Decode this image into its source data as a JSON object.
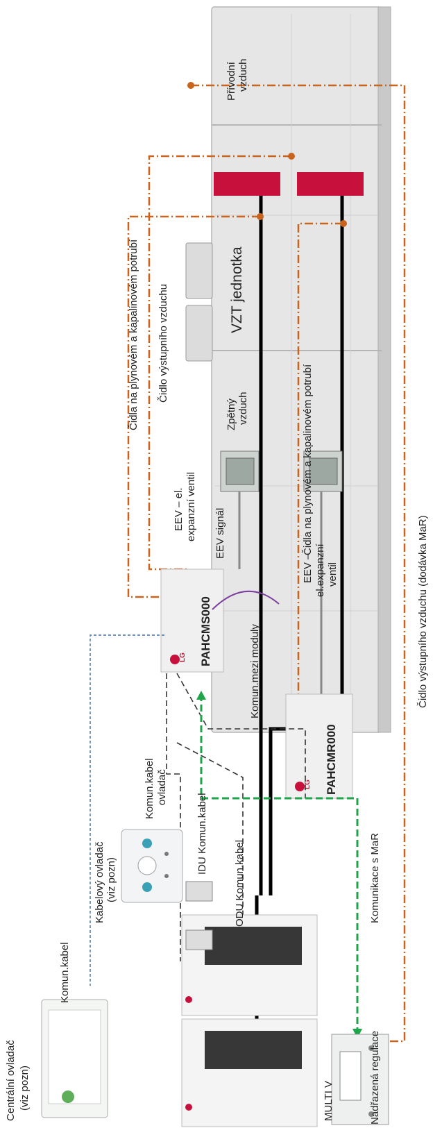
{
  "labels": {
    "privodni_vzduch": [
      "Přívodní",
      "vzduch"
    ],
    "zpetny_vzduch": [
      "Zpětný",
      "vzduch"
    ],
    "vzt_jednotka": "VZT jednotka",
    "cidla_top": "Čidla na plynovém a kapalinovém potrubí",
    "cidlo_vystupniho": "Čidlo výstupního vzduchu",
    "eev_top": [
      "EEV – el.",
      "expanzní ventil"
    ],
    "eev_signal": "EEV signál",
    "cidla_bottom": "Čidla na plynovém a kapalinovém potrubí",
    "eev_bottom": [
      "EEV –",
      "el.expanzní",
      "ventil"
    ],
    "cidlo_dodavka": "Čidlo výstupního vzduchu (dodávka MaR)",
    "komun_mezi_moduly": "Komun.mezi moduly",
    "pahcms": "PAHCMS000",
    "pahcmr": "PAHCMR000",
    "lg": "LG",
    "kabelovy_ovladac": [
      "Kabelový ovladač",
      "(viz pozn)"
    ],
    "komun_kabel_ovladac": [
      "Komun.kabel",
      "ovladač"
    ],
    "idu_kabel": "IDU Komun.kabel",
    "odu_kabel": "ODU Komun.kabel",
    "komunikace_mar": "Komunikace s MaR",
    "centralni_ovladac": [
      "Centrální ovladač",
      "(viz pozn)"
    ],
    "komun_kabel": "Komun.kabel",
    "multi_v": "MULTI V",
    "nadrazena_regulace": "Nadřazená regulace"
  },
  "colors": {
    "orange": "#c8641e",
    "green": "#1ea54a",
    "blue": "#3a6ea5",
    "red": "#c8103c",
    "purple": "#7a3fa0",
    "ahu": "#e4e4e4"
  }
}
